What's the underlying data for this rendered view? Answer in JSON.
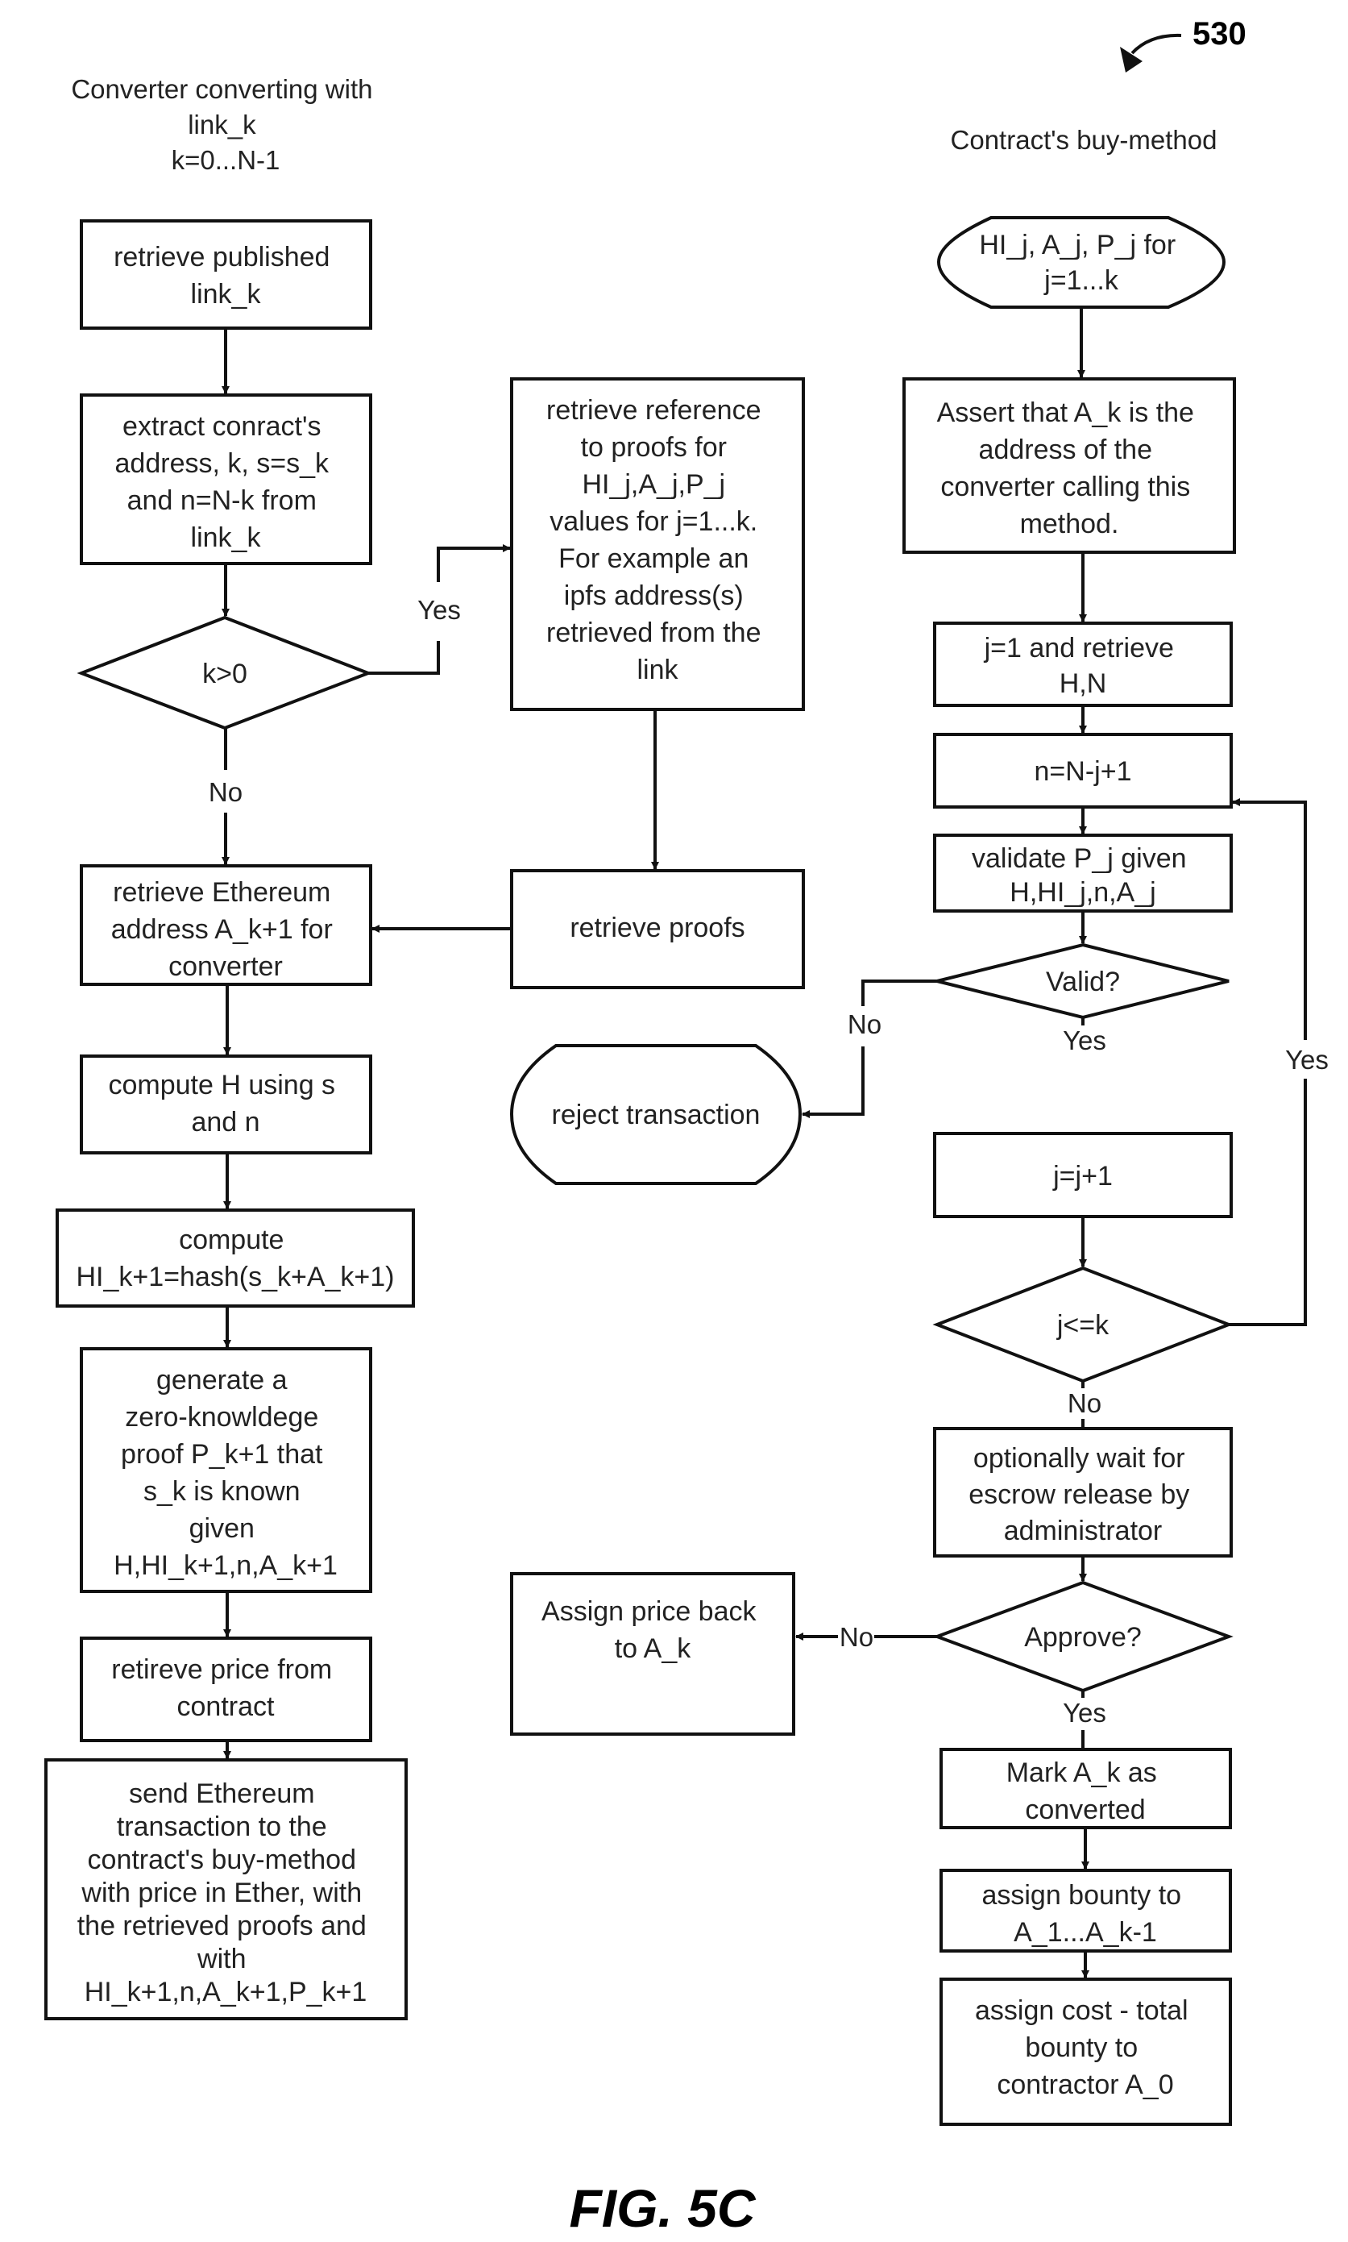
{
  "figure": {
    "reference_number": "530",
    "caption": "FIG. 5C"
  },
  "left_column": {
    "header": [
      "Converter converting with",
      "link_k",
      "k=0...N-1"
    ],
    "nodes": {
      "retrieve_link": [
        "retrieve published",
        "link_k"
      ],
      "extract": [
        "extract conract's",
        "address, k, s=s_k",
        "and n=N-k from",
        "link_k"
      ],
      "decision_k": [
        "k>0"
      ],
      "retrieve_address": [
        "retrieve Ethereum",
        "address A_k+1 for",
        "converter"
      ],
      "compute_h": [
        "compute H using s",
        "and n"
      ],
      "compute_hi": [
        "compute",
        "HI_k+1=hash(s_k+A_k+1)"
      ],
      "generate_proof": [
        "generate a",
        "zero-knowldege",
        "proof  P_k+1 that",
        "s_k is known",
        "given",
        "H,HI_k+1,n,A_k+1"
      ],
      "retrieve_price": [
        "retireve price from",
        "contract"
      ],
      "send_tx": [
        "send Ethereum",
        "transaction to the",
        "contract's buy-method",
        "with price in Ether, with",
        "the retrieved proofs and",
        "with",
        "HI_k+1,n,A_k+1,P_k+1"
      ]
    },
    "labels": {
      "yes": "Yes",
      "no": "No"
    }
  },
  "middle_column": {
    "nodes": {
      "retrieve_reference": [
        "retrieve reference",
        "to proofs for",
        "HI_j,A_j,P_j",
        "values for j=1...k.",
        "For example an",
        "ipfs address(s)",
        "retrieved from the",
        "link"
      ],
      "retrieve_proofs": [
        "retrieve proofs"
      ],
      "reject": [
        "reject transaction"
      ],
      "assign_price_back": [
        "Assign price back",
        "to A_k"
      ]
    }
  },
  "right_column": {
    "header": [
      "Contract's buy-method"
    ],
    "nodes": {
      "start": [
        "HI_j, A_j, P_j for",
        "j=1...k"
      ],
      "assert": [
        "Assert that A_k is the",
        "address of the",
        "converter calling this",
        "method."
      ],
      "init_j": [
        "j=1 and retrieve",
        "H,N"
      ],
      "compute_n": [
        "n=N-j+1"
      ],
      "validate": [
        "validate P_j given",
        "H,HI_j,n,A_j"
      ],
      "decision_valid": [
        "Valid?"
      ],
      "increment_j": [
        "j=j+1"
      ],
      "decision_loop": [
        "j<=k"
      ],
      "escrow_wait": [
        "optionally wait for",
        "escrow release by",
        "administrator"
      ],
      "decision_approve": [
        "Approve?"
      ],
      "mark_converted": [
        "Mark A_k as",
        "converted"
      ],
      "assign_bounty": [
        "assign bounty to",
        "A_1...A_k-1"
      ],
      "assign_cost": [
        "assign cost - total",
        "bounty to",
        "contractor A_0"
      ]
    },
    "labels": {
      "valid_no": "No",
      "valid_yes": "Yes",
      "loop_yes": "Yes",
      "loop_no": "No",
      "approve_no": "No",
      "approve_yes": "Yes"
    }
  },
  "colors": {
    "ink": "#111111",
    "background": "#ffffff"
  }
}
